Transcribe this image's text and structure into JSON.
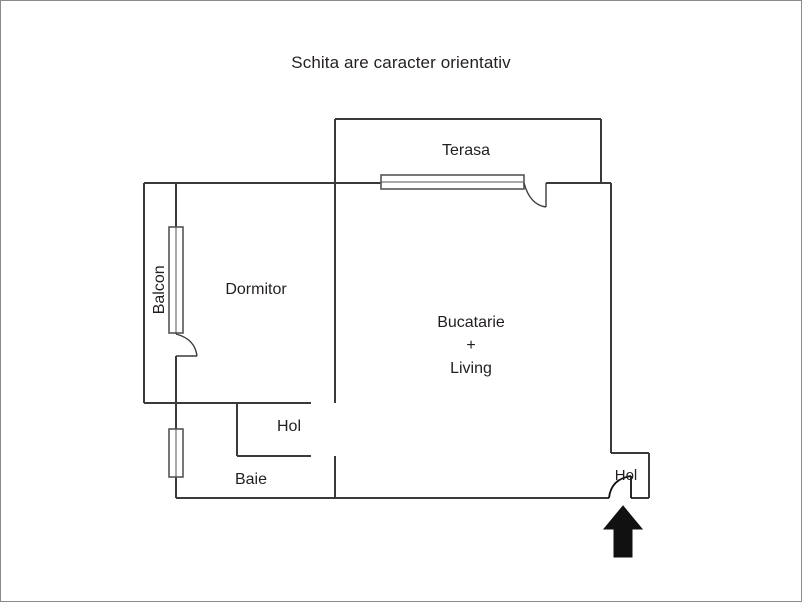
{
  "document": {
    "title_note": "Schita are caracter orientativ",
    "kind": "floor-plan-sketch"
  },
  "colors": {
    "wall": "#3a3a3a",
    "thin_line": "#555555",
    "text": "#231f20",
    "arrow": "#111111",
    "frame": "#8a8a8a",
    "background": "#ffffff"
  },
  "rooms": [
    {
      "id": "terasa",
      "label": "Terasa"
    },
    {
      "id": "dormitor",
      "label": "Dormitor"
    },
    {
      "id": "bucatarie",
      "label": "Bucatarie\n+\nLiving"
    },
    {
      "id": "balcon",
      "label": "Balcon"
    },
    {
      "id": "hol",
      "label": "Hol"
    },
    {
      "id": "baie",
      "label": "Baie"
    },
    {
      "id": "hol_intrare",
      "label": "Hol"
    }
  ],
  "labels": {
    "terasa": "Terasa",
    "dormitor": "Dormitor",
    "bucatarie_living": "Bucatarie\n+\nLiving",
    "balcon": "Balcon",
    "hol_interior": "Hol",
    "baie": "Baie",
    "hol_intrare": "Hol"
  },
  "features": {
    "entrance_arrow": "entrance-direction-arrow",
    "terrace_window": "window-symbol",
    "balcony_window": "window-symbol",
    "bathroom_window": "window-symbol",
    "terrace_door": "door-swing-symbol",
    "balcony_door": "door-swing-symbol",
    "entrance_door": "door-swing-symbol"
  }
}
